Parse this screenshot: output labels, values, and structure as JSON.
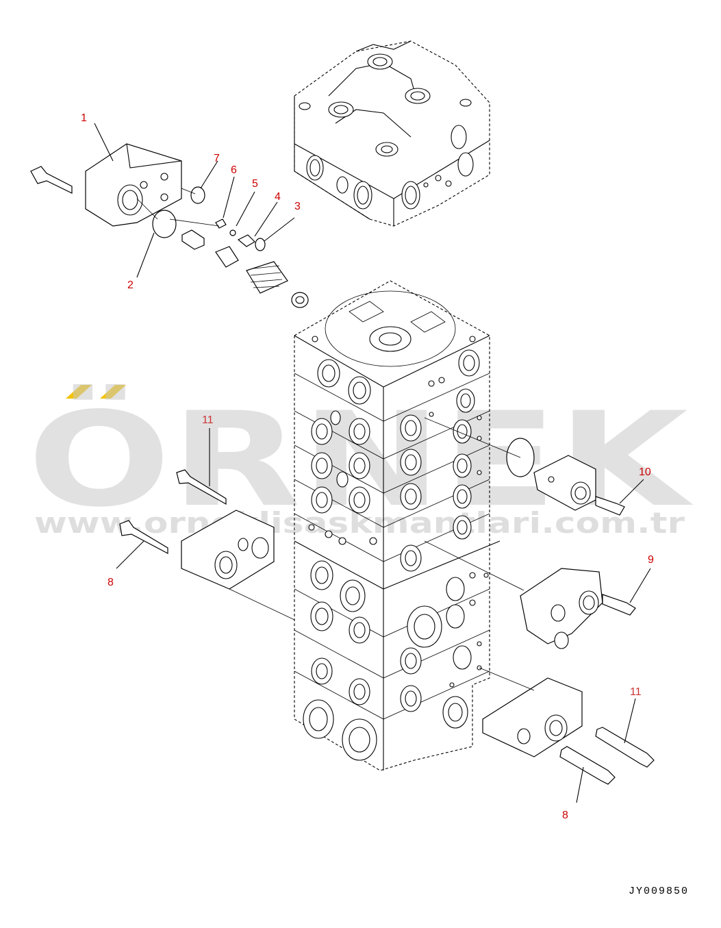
{
  "drawing": {
    "id": "JY009850",
    "callouts": [
      {
        "key": "c1",
        "label": "1"
      },
      {
        "key": "c2",
        "label": "2"
      },
      {
        "key": "c3",
        "label": "3"
      },
      {
        "key": "c4",
        "label": "4"
      },
      {
        "key": "c5",
        "label": "5"
      },
      {
        "key": "c6",
        "label": "6"
      },
      {
        "key": "c7",
        "label": "7"
      },
      {
        "key": "c8a",
        "label": "8"
      },
      {
        "key": "c8b",
        "label": "8"
      },
      {
        "key": "c9",
        "label": "9"
      },
      {
        "key": "c10",
        "label": "10"
      },
      {
        "key": "c11a",
        "label": "11"
      },
      {
        "key": "c11b",
        "label": "11"
      }
    ]
  },
  "watermark": {
    "brand": "ÖRNEK",
    "website": "www.orneklisaskmantlari.com.tr",
    "accent_color": "#f3c300",
    "text_color": "#c9c9c9"
  }
}
